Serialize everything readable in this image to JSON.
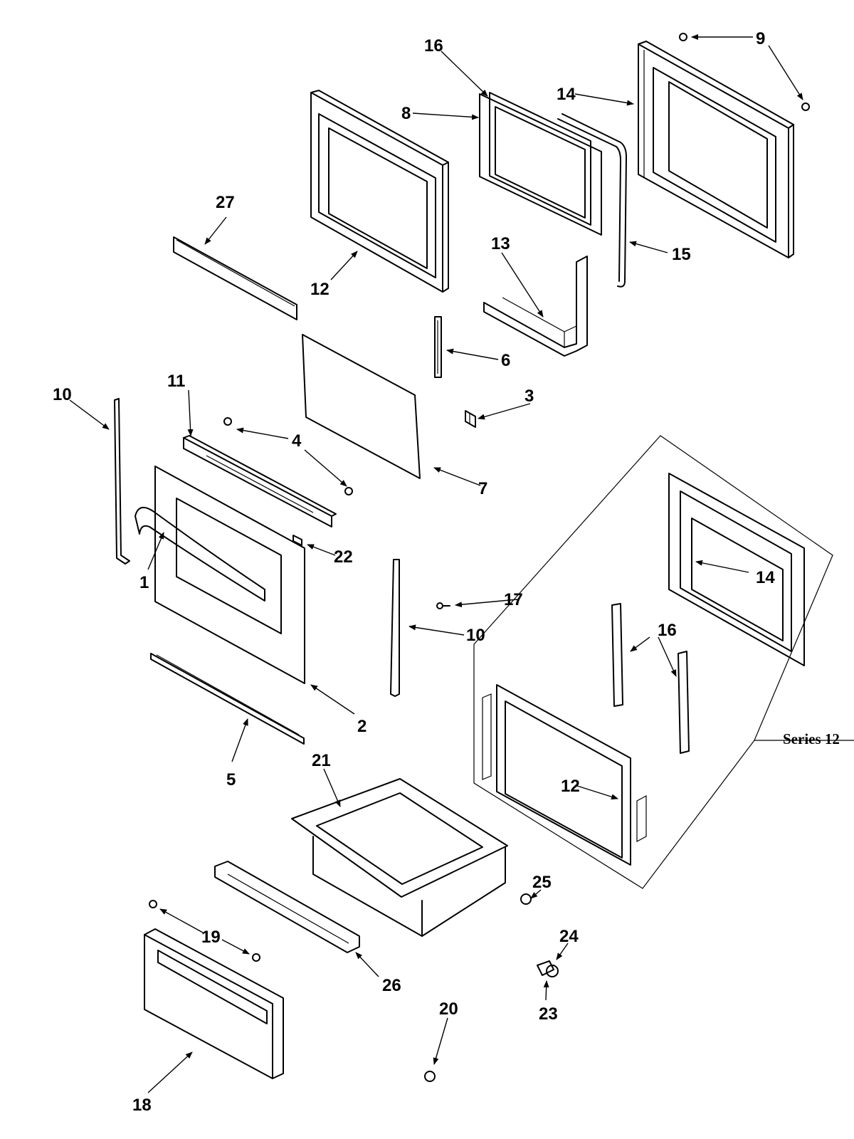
{
  "callouts": {
    "c1": "1",
    "c2": "2",
    "c3": "3",
    "c4": "4",
    "c5": "5",
    "c6": "6",
    "c7": "7",
    "c8": "8",
    "c9": "9",
    "c10a": "10",
    "c10b": "10",
    "c11": "11",
    "c12": "12",
    "c12s": "12",
    "c13": "13",
    "c14": "14",
    "c14s": "14",
    "c15": "15",
    "c16": "16",
    "c16s": "16",
    "c17": "17",
    "c18": "18",
    "c19": "19",
    "c20": "20",
    "c21": "21",
    "c22": "22",
    "c23": "23",
    "c24": "24",
    "c25": "25",
    "c26": "26",
    "c27": "27"
  },
  "series_label": "Series 12"
}
